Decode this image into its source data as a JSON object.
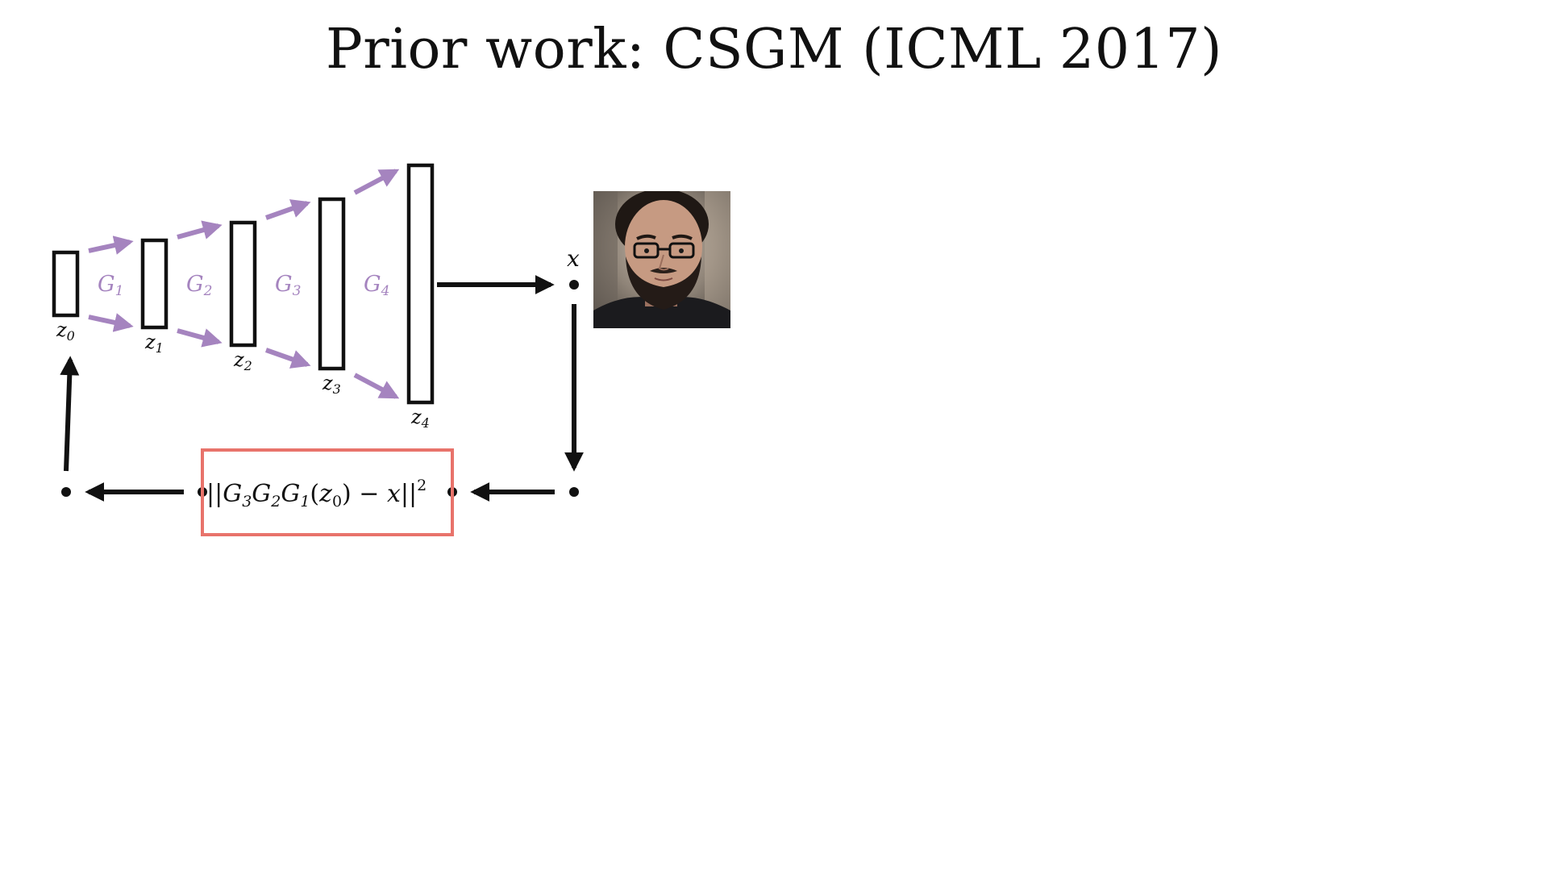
{
  "title": "Prior work: CSGM (ICML 2017)",
  "diagram": {
    "latent_labels": [
      "z",
      "z",
      "z",
      "z",
      "z"
    ],
    "latent_subscripts": [
      "0",
      "1",
      "2",
      "3",
      "4"
    ],
    "generator_labels": [
      "G",
      "G",
      "G",
      "G"
    ],
    "generator_subscripts": [
      "1",
      "2",
      "3",
      "4"
    ],
    "output_label": "x",
    "loss": {
      "open_bars": "||",
      "g3": "G",
      "g3_sub": "3",
      "g2": "G",
      "g2_sub": "2",
      "g1": "G",
      "g1_sub": "1",
      "paren_open": "(",
      "z": "z",
      "z_sub": "0",
      "minus_part": ") − ",
      "x": "x",
      "close_bars": "||",
      "power": "2"
    },
    "photo": "portrait of a bearded man with glasses"
  },
  "colors": {
    "generator_arrow": "#a584bf",
    "loss_box_border": "#e8736b",
    "stroke": "#111111"
  }
}
